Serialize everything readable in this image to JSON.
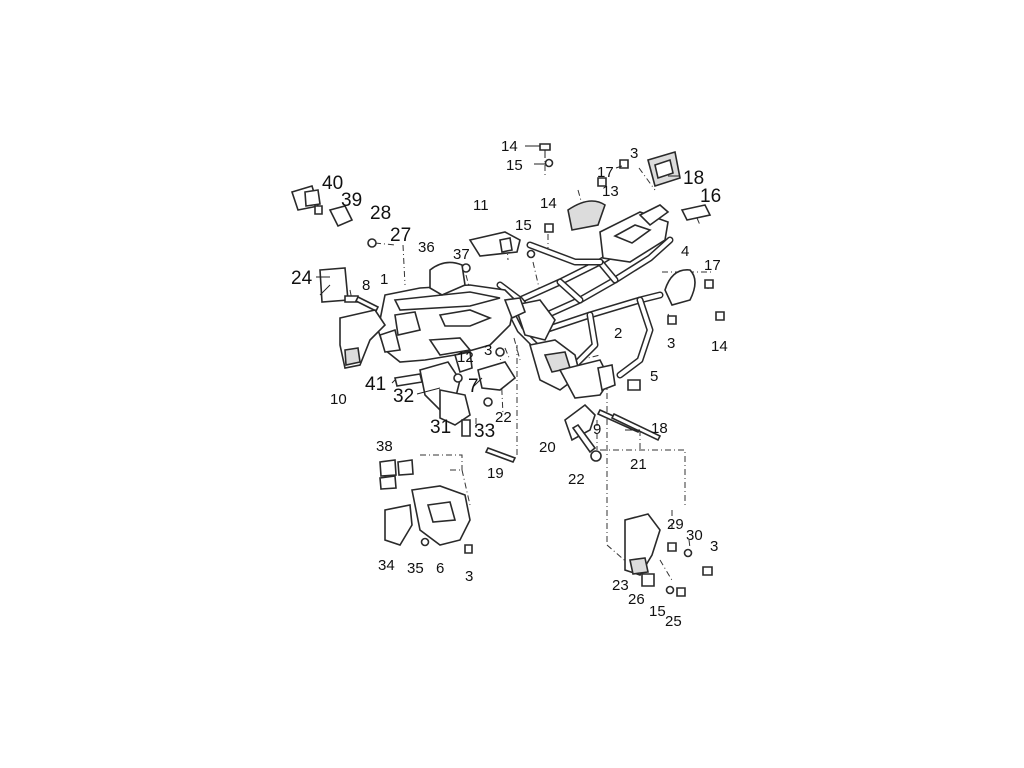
{
  "callouts": [
    {
      "id": "c1",
      "text": "14"
    },
    {
      "id": "c2",
      "text": "15"
    },
    {
      "id": "c3",
      "text": "3"
    },
    {
      "id": "c4",
      "text": "17"
    },
    {
      "id": "c5",
      "text": "13"
    },
    {
      "id": "c6",
      "text": "18"
    },
    {
      "id": "c7",
      "text": "16"
    },
    {
      "id": "c8",
      "text": "40"
    },
    {
      "id": "c9",
      "text": "39"
    },
    {
      "id": "c10",
      "text": "28"
    },
    {
      "id": "c11",
      "text": "27"
    },
    {
      "id": "c12",
      "text": "11"
    },
    {
      "id": "c13",
      "text": "14"
    },
    {
      "id": "c14",
      "text": "15"
    },
    {
      "id": "c15",
      "text": "36"
    },
    {
      "id": "c16",
      "text": "37"
    },
    {
      "id": "c17",
      "text": "4"
    },
    {
      "id": "c18",
      "text": "17"
    },
    {
      "id": "c19",
      "text": "24"
    },
    {
      "id": "c20",
      "text": "1"
    },
    {
      "id": "c21",
      "text": "8"
    },
    {
      "id": "c22",
      "text": "2"
    },
    {
      "id": "c23",
      "text": "3"
    },
    {
      "id": "c24",
      "text": "14"
    },
    {
      "id": "c25",
      "text": "3"
    },
    {
      "id": "c26",
      "text": "12"
    },
    {
      "id": "c27",
      "text": "5"
    },
    {
      "id": "c28",
      "text": "41"
    },
    {
      "id": "c29",
      "text": "7"
    },
    {
      "id": "c30",
      "text": "10"
    },
    {
      "id": "c31",
      "text": "32"
    },
    {
      "id": "c32",
      "text": "31"
    },
    {
      "id": "c33",
      "text": "33"
    },
    {
      "id": "c34",
      "text": "22"
    },
    {
      "id": "c35",
      "text": "20"
    },
    {
      "id": "c36",
      "text": "9"
    },
    {
      "id": "c37",
      "text": "18"
    },
    {
      "id": "c38",
      "text": "38"
    },
    {
      "id": "c39",
      "text": "19"
    },
    {
      "id": "c40",
      "text": "22"
    },
    {
      "id": "c41",
      "text": "21"
    },
    {
      "id": "c42",
      "text": "29"
    },
    {
      "id": "c43",
      "text": "30"
    },
    {
      "id": "c44",
      "text": "3"
    },
    {
      "id": "c45",
      "text": "34"
    },
    {
      "id": "c46",
      "text": "35"
    },
    {
      "id": "c47",
      "text": "6"
    },
    {
      "id": "c48",
      "text": "3"
    },
    {
      "id": "c49",
      "text": "23"
    },
    {
      "id": "c50",
      "text": "26"
    },
    {
      "id": "c51",
      "text": "15"
    },
    {
      "id": "c52",
      "text": "25"
    }
  ]
}
